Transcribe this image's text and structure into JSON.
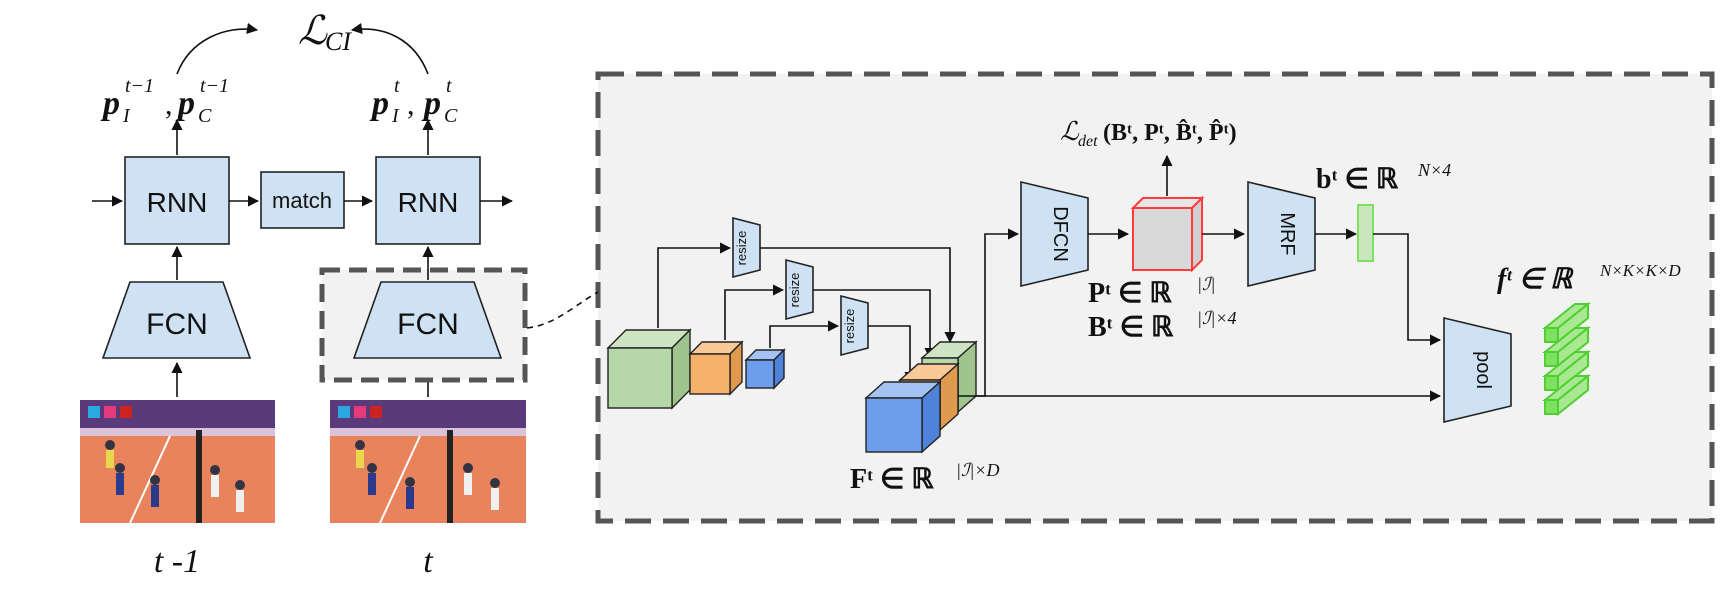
{
  "diagram": {
    "loss_top": {
      "sym": "ℒ",
      "sub": "CI"
    },
    "left_output": {
      "p_I": "p",
      "I": "I",
      "sup_prev": "t−1",
      "comma": ",",
      "p_C": "p",
      "C": "C"
    },
    "right_output": {
      "p_I": "p",
      "I": "I",
      "sup": "t",
      "comma": ",",
      "p_C": "p",
      "C": "C"
    },
    "rnn_label": "RNN",
    "match_label": "match",
    "fcn_label": "FCN",
    "time_prev": "t -1",
    "time_cur": "t",
    "resize_label": "resize",
    "dfcn_label": "DFCN",
    "mrf_label": "MRF",
    "pool_label": "pool",
    "loss_det": "ℒ",
    "loss_det_sub": "det",
    "loss_det_args": "(Bᵗ, Pᵗ, B̂ᵗ, P̂ᵗ)",
    "P_label": "Pᵗ ∈ ℝ",
    "P_sup": "|ℐ|",
    "B_label": "Bᵗ ∈ ℝ",
    "B_sup": "|ℐ|×4",
    "F_label": "Fᵗ ∈ ℝ",
    "F_sup": "|ℐ|×D",
    "b_label": "bᵗ ∈ ℝ",
    "b_sup": "N×4",
    "f_label": "fᵗ ∈ ℝ",
    "f_sup": "N×K×K×D",
    "colors": {
      "box_blue": "#cfe2f3",
      "cube_green": "#b6d7a8",
      "cube_orange": "#f6b26b",
      "cube_blue": "#6d9eeb",
      "det_red": "#ff3b3b",
      "feat_green": "#7ee060",
      "panel_bg": "#f2f2f2",
      "dash_border": "#555555"
    }
  }
}
